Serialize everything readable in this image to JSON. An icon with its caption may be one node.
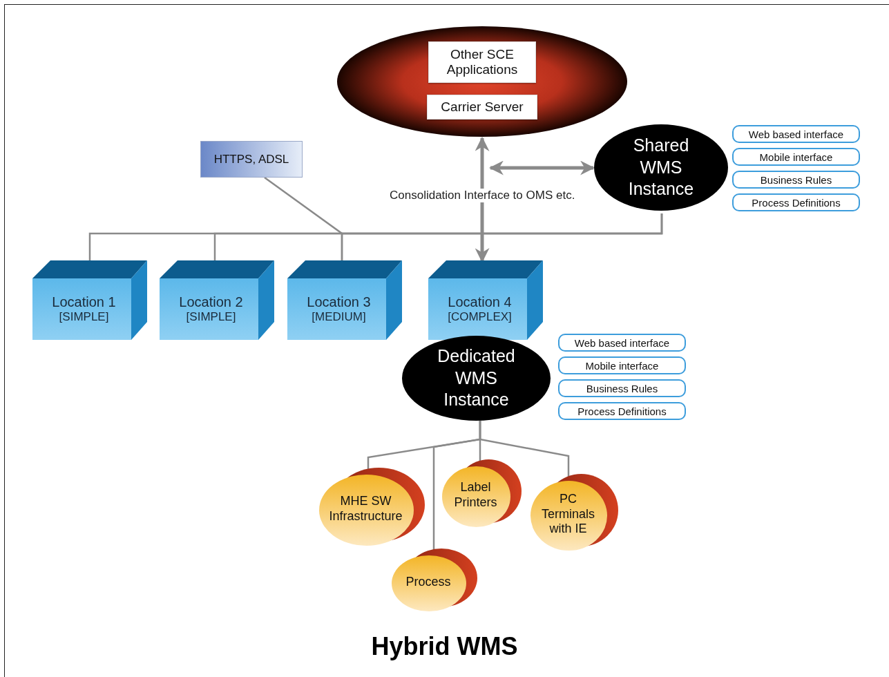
{
  "diagram": {
    "title": "Hybrid WMS",
    "nodes": [
      {
        "text": [],
        "shape": "ellipse"
      },
      {
        "text": [
          "Other SCE Applications"
        ],
        "in": 0
      },
      {
        "text": [
          "Carrier Server"
        ],
        "in": 0
      },
      {
        "text": [
          "HTTPS, ADSL"
        ]
      },
      {
        "text": [
          "Shared WMS Instance"
        ]
      },
      {
        "text": [
          "Web based interface"
        ]
      },
      {
        "text": [
          "Mobile interface"
        ]
      },
      {
        "text": [
          "Business Rules"
        ]
      },
      {
        "text": [
          "Process Definitions"
        ]
      },
      {
        "text": [
          "Location 1",
          "[SIMPLE]"
        ]
      },
      {
        "text": [
          "Location 2",
          "[SIMPLE]"
        ]
      },
      {
        "text": [
          "Location 3",
          "[MEDIUM]"
        ]
      },
      {
        "text": [
          "Location 4",
          "[COMPLEX]"
        ]
      },
      {
        "text": [
          "Dedicated WMS Instance"
        ]
      },
      {
        "text": [
          "Web based interface"
        ]
      },
      {
        "text": [
          "Mobile interface"
        ]
      },
      {
        "text": [
          "Business Rules"
        ]
      },
      {
        "text": [
          "Process Definitions"
        ]
      },
      {
        "text": [
          "MHE SW Infrastructure"
        ]
      },
      {
        "text": [
          "Label Printers"
        ]
      },
      {
        "text": [
          "PC Terminals with IE"
        ]
      },
      {
        "text": [
          "Process"
        ]
      }
    ],
    "edges": [
      {
        "from": 0,
        "to": 12,
        "arrow": "both",
        "label": "Consolidation Interface to OMS etc.",
        "style": "thick"
      },
      {
        "from": null,
        "to": 4,
        "arrow": "both",
        "style": "thick"
      },
      {
        "from": 4,
        "to": 9,
        "arrow": "none"
      },
      {
        "from": 4,
        "to": 10,
        "arrow": "none"
      },
      {
        "from": 4,
        "to": 11,
        "arrow": "none"
      },
      {
        "from": 3,
        "to": 11,
        "arrow": "none"
      },
      {
        "from": 13,
        "to": 18,
        "arrow": "none"
      },
      {
        "from": 13,
        "to": 19,
        "arrow": "none"
      },
      {
        "from": 13,
        "to": 20,
        "arrow": "none"
      },
      {
        "from": 13,
        "to": 21,
        "arrow": "none"
      }
    ]
  }
}
